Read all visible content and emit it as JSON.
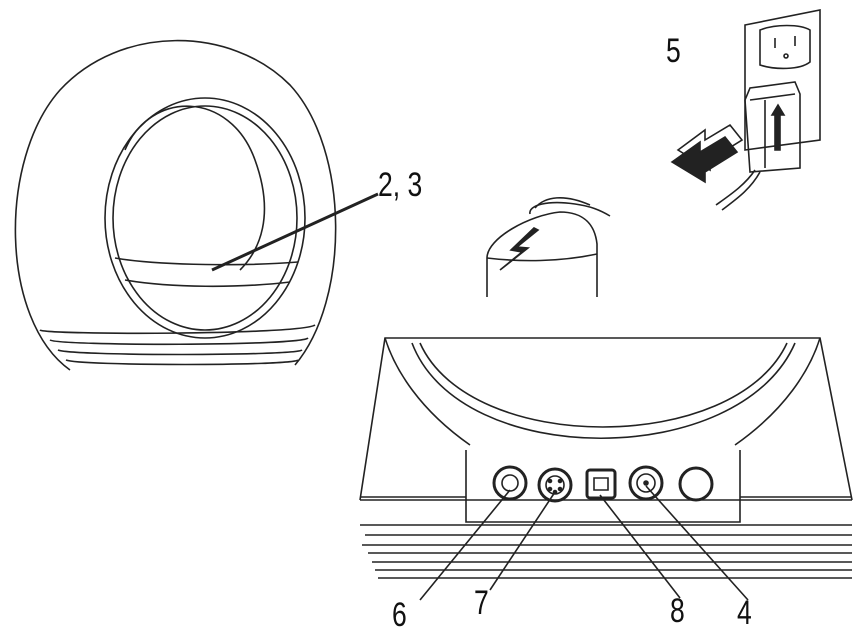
{
  "callouts": {
    "sensor_window": "2, 3",
    "wall_outlet": "5",
    "port_left": "6",
    "port_minidin": "7",
    "port_usb": "8",
    "port_power": "4"
  },
  "colors": {
    "line": "#222222",
    "background": "#ffffff"
  },
  "icons": [
    "sphere-unit",
    "power-adapter",
    "wall-outlet",
    "plug-arrow",
    "base-unit",
    "lightning-bolt",
    "usb-port-icon"
  ]
}
